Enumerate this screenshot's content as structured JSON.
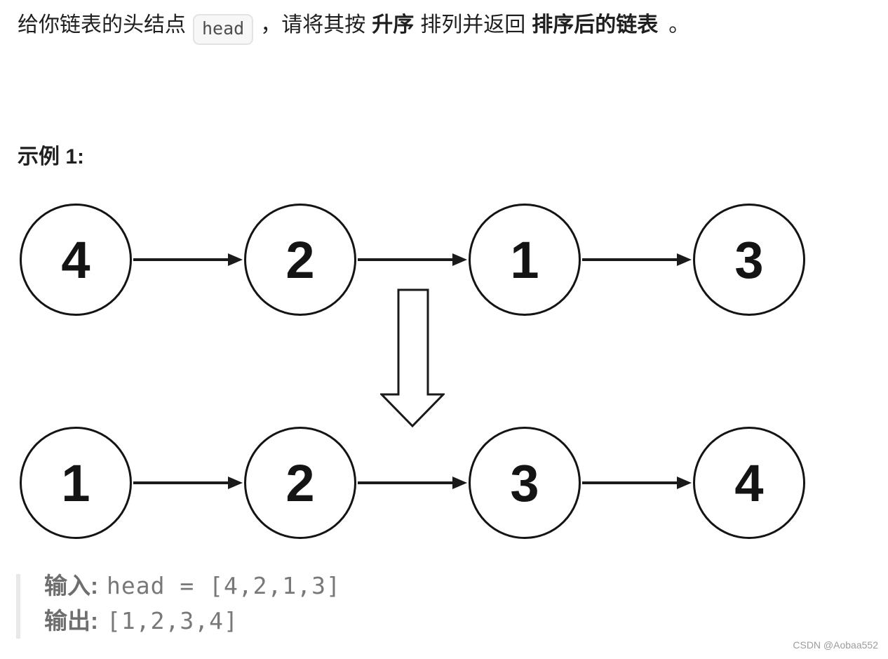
{
  "description": {
    "part1": "给你链表的头结点",
    "code": "head",
    "part2": "，请将其按",
    "emphasis1": "升序",
    "part3": "排列并返回",
    "emphasis2": "排序后的链表",
    "part4": "。"
  },
  "example": {
    "label": "示例 1:"
  },
  "diagram": {
    "before": [
      "4",
      "2",
      "1",
      "3"
    ],
    "after": [
      "1",
      "2",
      "3",
      "4"
    ],
    "transform_icon": "down-arrow",
    "node_stroke_color": "#141414",
    "arrow_color": "#1a1a1a"
  },
  "io": {
    "input_label": "输入:",
    "input_value": "head = [4,2,1,3]",
    "output_label": "输出:",
    "output_value": "[1,2,3,4]"
  },
  "watermark": "CSDN @Aobaa552",
  "colors": {
    "ink": "#1f1f1f",
    "muted_label": "#6e6e6e",
    "muted_value": "#787878",
    "chip_bg": "#f7f7f7",
    "chip_border": "#e3e3e3",
    "watermark": "#9c9c9c"
  }
}
